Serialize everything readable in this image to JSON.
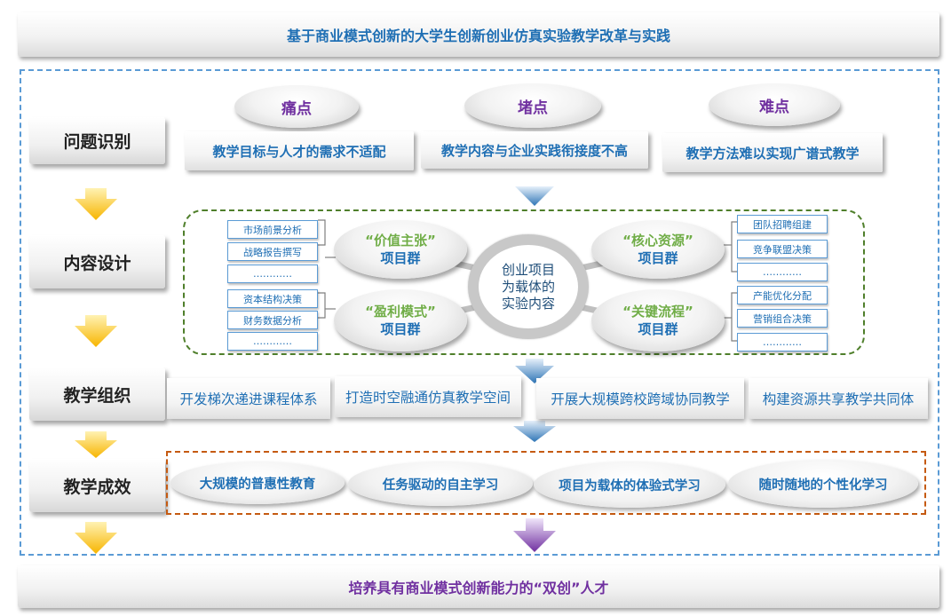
{
  "title": "基于商业模式创新的大学生创新创业仿真实验教学改革与实践",
  "footer": "培养具有商业模式创新能力的“双创”人才",
  "row_labels": [
    "问题识别",
    "内容设计",
    "教学组织",
    "教学成效"
  ],
  "problems": {
    "points": [
      "痛点",
      "堵点",
      "难点"
    ],
    "descriptions": [
      "教学目标与人才的需求不适配",
      "教学内容与企业实践衔接度不高",
      "教学方法难以实现广谱式教学"
    ]
  },
  "content": {
    "center": [
      "创业项目",
      "为载体的",
      "实验内容"
    ],
    "groups": [
      {
        "name": "“价值主张”",
        "suffix": "项目群",
        "items": [
          "市场前景分析",
          "战略报告撰写",
          "…………"
        ]
      },
      {
        "name": "“盈利模式”",
        "suffix": "项目群",
        "items": [
          "资本结构决策",
          "财务数据分析",
          "…………"
        ]
      },
      {
        "name": "“核心资源”",
        "suffix": "项目群",
        "items": [
          "团队招聘组建",
          "竞争联盟决策",
          "…………"
        ]
      },
      {
        "name": "“关键流程”",
        "suffix": "项目群",
        "items": [
          "产能优化分配",
          "营销组合决策",
          "…………"
        ]
      }
    ]
  },
  "organization": [
    "开发梯次递进课程体系",
    "打造时空融通仿真教学空间",
    "开展大规模跨校跨域协同教学",
    "构建资源共享教学共同体"
  ],
  "effects": [
    "大规模的普惠性教育",
    "任务驱动的自主学习",
    "项目为载体的体验式学习",
    "随时随地的个性化学习"
  ],
  "colors": {
    "accent_blue": "#1f6fb4",
    "purple": "#7030a0",
    "green_dash": "#4f7f2b",
    "orange_dash": "#c55a11",
    "arrow_yellow": "#f7b500",
    "arrow_blue": "#2e75b6"
  }
}
